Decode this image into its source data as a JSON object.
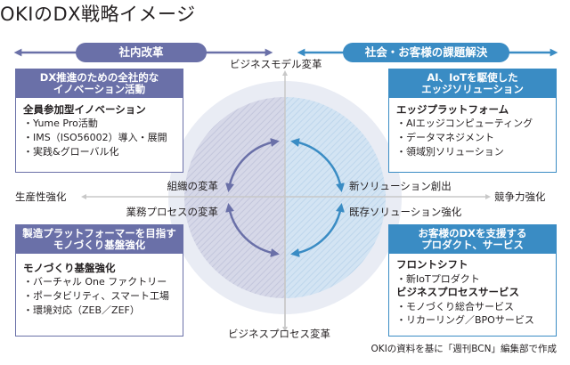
{
  "title": "OKIのDX戦略イメージ",
  "banners": {
    "left": "社内改革",
    "right": "社会・お客様の課題解決"
  },
  "axes": {
    "top": "ビジネスモデル変革",
    "bottom": "ビジネスプロセス変革",
    "left": "生産性強化",
    "right": "競争力強化"
  },
  "quadrant_labels": {
    "top_left": "組織の変革",
    "bottom_left": "業務プロセスの変革",
    "top_right": "新ソリューション創出",
    "bottom_right": "既存ソリューション強化"
  },
  "boxes": {
    "top_left": {
      "header": [
        "DX推進のための全社的な",
        "イノベーション活動"
      ],
      "heading": "全員参加型イノベーション",
      "items": [
        "・Yume Pro活動",
        "・IMS（ISO56002）導入・展開",
        "・実践&グローバル化"
      ]
    },
    "top_right": {
      "header": [
        "AI、IoTを駆使した",
        "エッジソリューション"
      ],
      "heading": "エッジプラットフォーム",
      "items": [
        "・AIエッジコンピューティング",
        "・データマネジメント",
        "・領域別ソリューション"
      ]
    },
    "bottom_left": {
      "header": [
        "製造プラットフォーマーを目指す",
        "モノづくり基盤強化"
      ],
      "heading": "モノづくり基盤強化",
      "items": [
        "・バーチャル One ファクトリー",
        "・ポータビリティ、スマート工場",
        "・環境対応（ZEB／ZEF）"
      ]
    },
    "bottom_right": {
      "header": [
        "お客様のDXを支援する",
        "プロダクト、サービス"
      ],
      "heading1": "フロントシフト",
      "items1": [
        "・新IoTプロダクト"
      ],
      "heading2": "ビジネスプロセスサービス",
      "items2": [
        "・モノづくり総合サービス",
        "・リカーリング／BPOサービス"
      ]
    }
  },
  "credit": "OKIの資料を基に「週刊BCN」編集部で作成",
  "colors": {
    "purple": "#6a70a8",
    "blue": "#3a8cc4",
    "axis": "#c8c8c8"
  }
}
